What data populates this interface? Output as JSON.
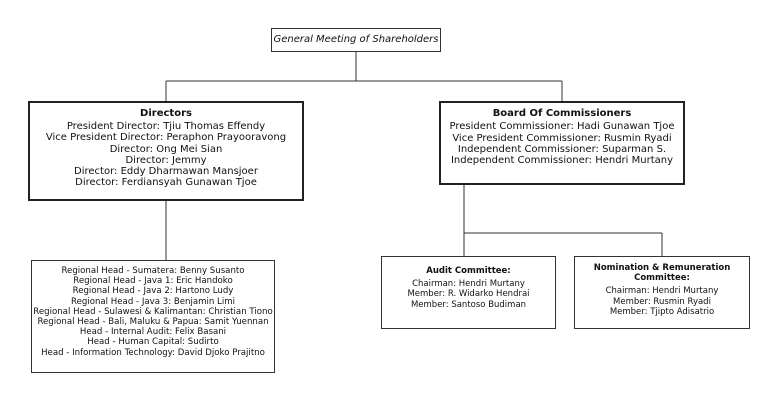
{
  "general_meeting": "General Meeting of Shareholders",
  "directors": {
    "title": "Directors",
    "lines": [
      "President Director: Tjiu Thomas Effendy",
      "Vice President Director: Peraphon Prayooravong",
      "Director: Ong Mei Sian",
      "Director: Jemmy",
      "Director: Eddy Dharmawan Mansjoer",
      "Director: Ferdiansyah Gunawan Tjoe"
    ]
  },
  "commissioners": {
    "title": "Board Of Commissioners",
    "lines": [
      "President Commissioner: Hadi Gunawan Tjoe",
      "Vice President Commissioner: Rusmin Ryadi",
      "Independent Commissioner: Suparman S.",
      "Independent Commissioner: Hendri Murtany"
    ]
  },
  "heads": {
    "lines": [
      "Regional Head - Sumatera: Benny Susanto",
      "Regional Head - Java 1: Eric Handoko",
      "Regional Head - Java 2: Hartono Ludy",
      "Regional Head - Java 3: Benjamin Limi",
      "Regional Head - Sulawesi & Kalimantan: Christian Tiono",
      "Regional Head - Bali, Maluku & Papua: Samit Yuennan",
      "Head - Internal Audit: Felix Basani",
      "Head - Human Capital: Sudirto",
      "Head - Information Technology: David Djoko Prajitno"
    ]
  },
  "audit_committee": {
    "title": "Audit Committee:",
    "lines": [
      "Chairman: Hendri Murtany",
      "Member: R. Widarko Hendrai",
      "Member: Santoso Budiman"
    ]
  },
  "nomination_committee": {
    "title_lines": [
      "Nomination & Remuneration",
      "Committee:"
    ],
    "lines": [
      "Chairman: Hendri Murtany",
      "Member: Rusmin Ryadi",
      "Member: Tjipto Adisatrio"
    ]
  }
}
